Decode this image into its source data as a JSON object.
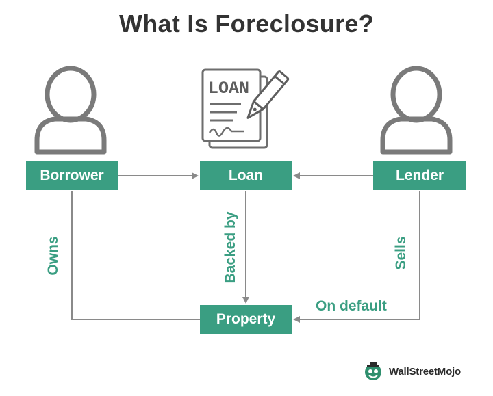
{
  "title": "What Is Foreclosure?",
  "nodes": {
    "borrower": "Borrower",
    "loan": "Loan",
    "lender": "Lender",
    "property": "Property"
  },
  "edges": {
    "owns": "Owns",
    "backed_by": "Backed by",
    "sells": "Sells",
    "on_default": "On default"
  },
  "loan_document_icon": {
    "text": "LOAN",
    "icon": "loan-document-with-pen"
  },
  "icons": {
    "borrower": "person-icon",
    "lender": "person-icon"
  },
  "logo": {
    "text": "WallStreetMojo"
  },
  "colors": {
    "accent": "#3a9e82",
    "title": "#333333",
    "line": "#8a8a8a",
    "icon_stroke": "#7a7a7a"
  }
}
